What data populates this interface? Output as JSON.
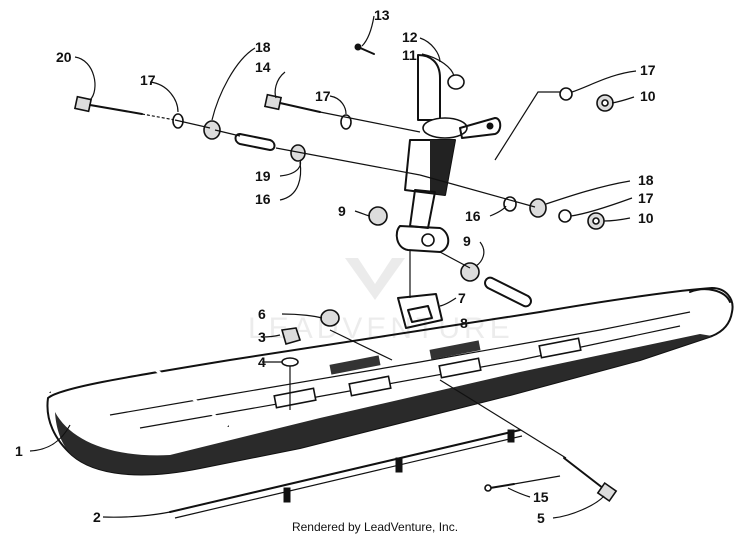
{
  "watermark": "LEADVENTURE",
  "footer": "Rendered by LeadVenture, Inc.",
  "callouts": [
    "20",
    "17",
    "18",
    "14",
    "17",
    "13",
    "12",
    "11",
    "17",
    "10",
    "19",
    "16",
    "9",
    "16",
    "18",
    "17",
    "10",
    "9",
    "8",
    "6",
    "7",
    "3",
    "4",
    "1",
    "2",
    "15",
    "5"
  ]
}
